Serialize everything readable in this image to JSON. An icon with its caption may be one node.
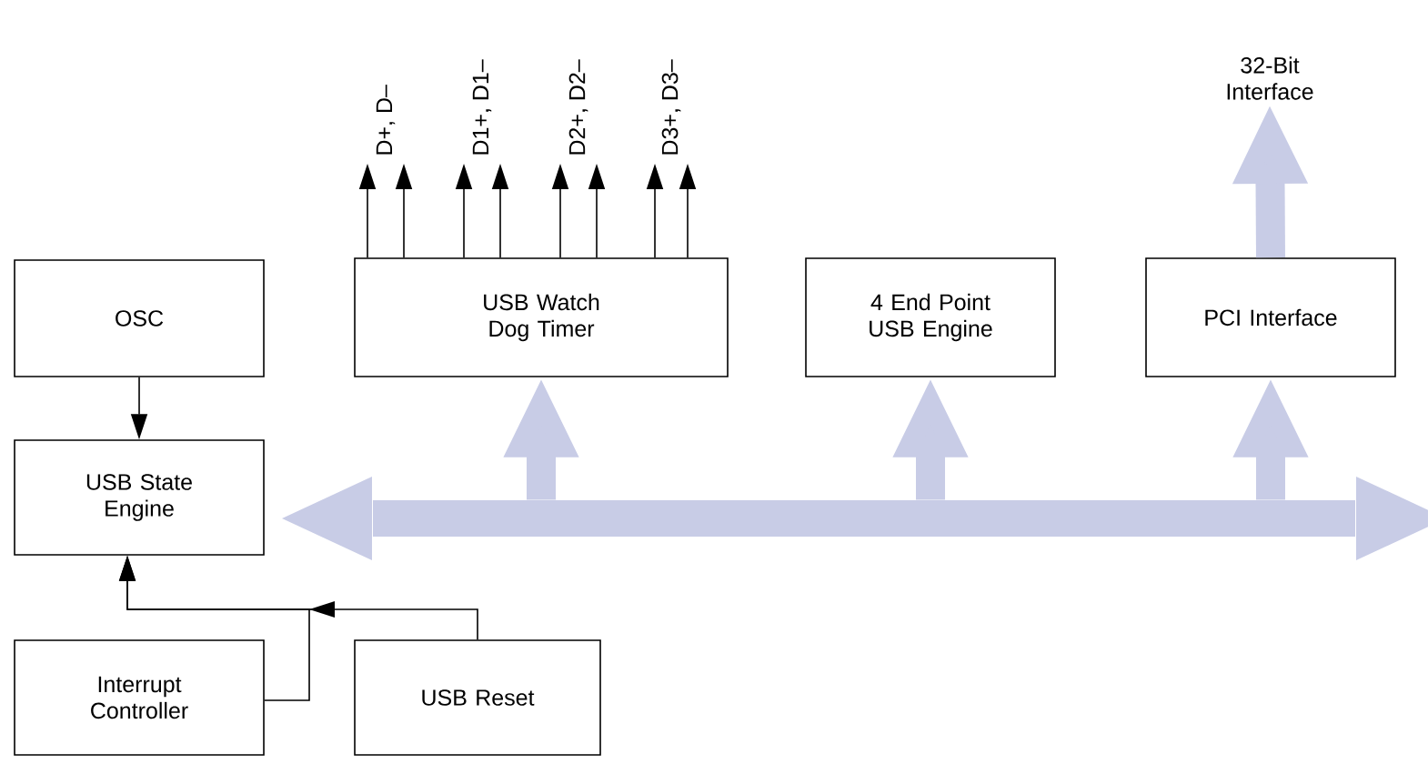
{
  "diagram": {
    "nodes": [
      {
        "text": [
          "OSC"
        ]
      },
      {
        "text": [
          "USB State Engine"
        ]
      },
      {
        "text": [
          "Interrupt Controller"
        ]
      },
      {
        "text": [
          "USB Reset"
        ]
      },
      {
        "text": [
          "USB Watch Dog Timer"
        ]
      },
      {
        "text": [
          "4 End Point USB Engine"
        ]
      },
      {
        "text": [
          "PCI Interface"
        ]
      },
      {
        "text": [],
        "shape": "bar"
      },
      {
        "text": [
          "32-Bit Interface"
        ]
      },
      {
        "text": [
          "D+, D–"
        ]
      },
      {
        "text": [
          "D1+, D1–"
        ]
      },
      {
        "text": [
          "D2+, D2–"
        ]
      },
      {
        "text": [
          "D3+, D3–"
        ]
      }
    ],
    "edges": [
      {
        "from": 0,
        "to": 1,
        "arrow": "to"
      },
      {
        "from": 2,
        "to": 1,
        "arrow": "to"
      },
      {
        "from": 3,
        "to": 1,
        "arrow": "to"
      },
      {
        "from": 7,
        "to": 4,
        "arrow": "to",
        "style": "thick",
        "color": "#c8cce6"
      },
      {
        "from": 7,
        "to": 5,
        "arrow": "to",
        "style": "thick",
        "color": "#c8cce6"
      },
      {
        "from": 7,
        "to": 6,
        "arrow": "to",
        "style": "thick",
        "color": "#c8cce6"
      },
      {
        "from": 6,
        "to": 8,
        "arrow": "to",
        "style": "thick",
        "color": "#c8cce6"
      },
      {
        "from": 4,
        "to": 9,
        "arrow": "to"
      },
      {
        "from": 4,
        "to": 9,
        "arrow": "to"
      },
      {
        "from": 4,
        "to": 10,
        "arrow": "to"
      },
      {
        "from": 4,
        "to": 10,
        "arrow": "to"
      },
      {
        "from": 4,
        "to": 11,
        "arrow": "to"
      },
      {
        "from": 4,
        "to": 11,
        "arrow": "to"
      },
      {
        "from": 4,
        "to": 12,
        "arrow": "to"
      },
      {
        "from": 4,
        "to": 12,
        "arrow": "to"
      }
    ]
  }
}
